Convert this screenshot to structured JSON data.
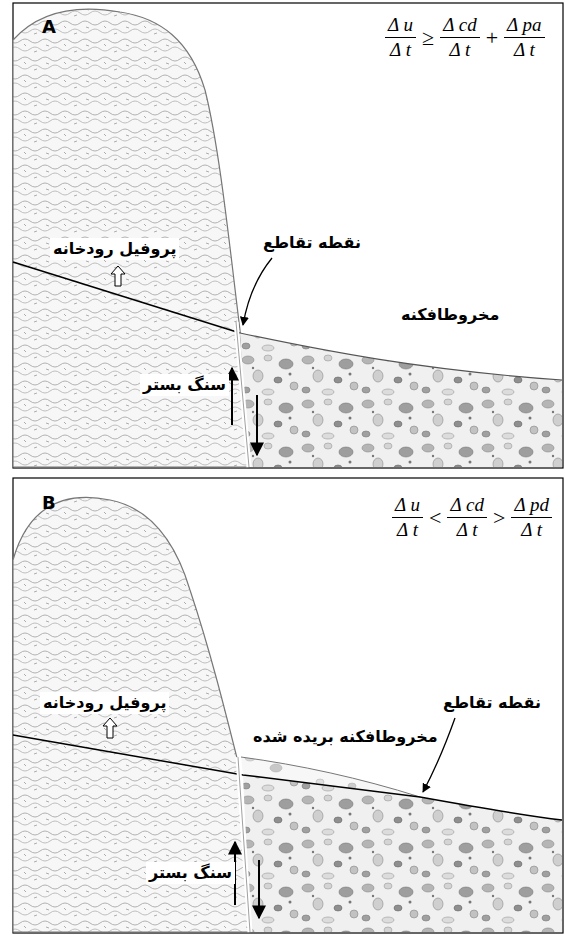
{
  "diagram": {
    "labels": [
      "A",
      "Δ u",
      "Δ t",
      "≥",
      "Δ cd",
      "Δ t",
      "+",
      "Δ pa",
      "Δ t",
      "نقطه تقاطع",
      "پروفیل رودخانه",
      "مخروطافکنه",
      "سنگ بستر",
      "B",
      "Δ u",
      "Δ t",
      "<",
      "Δ cd",
      "Δ t",
      ">",
      "Δ pd",
      "Δ t",
      "پروفیل رودخانه",
      "نقطه تقاطع",
      "مخروطافکنه بریده شده",
      "سنگ بستر"
    ]
  }
}
